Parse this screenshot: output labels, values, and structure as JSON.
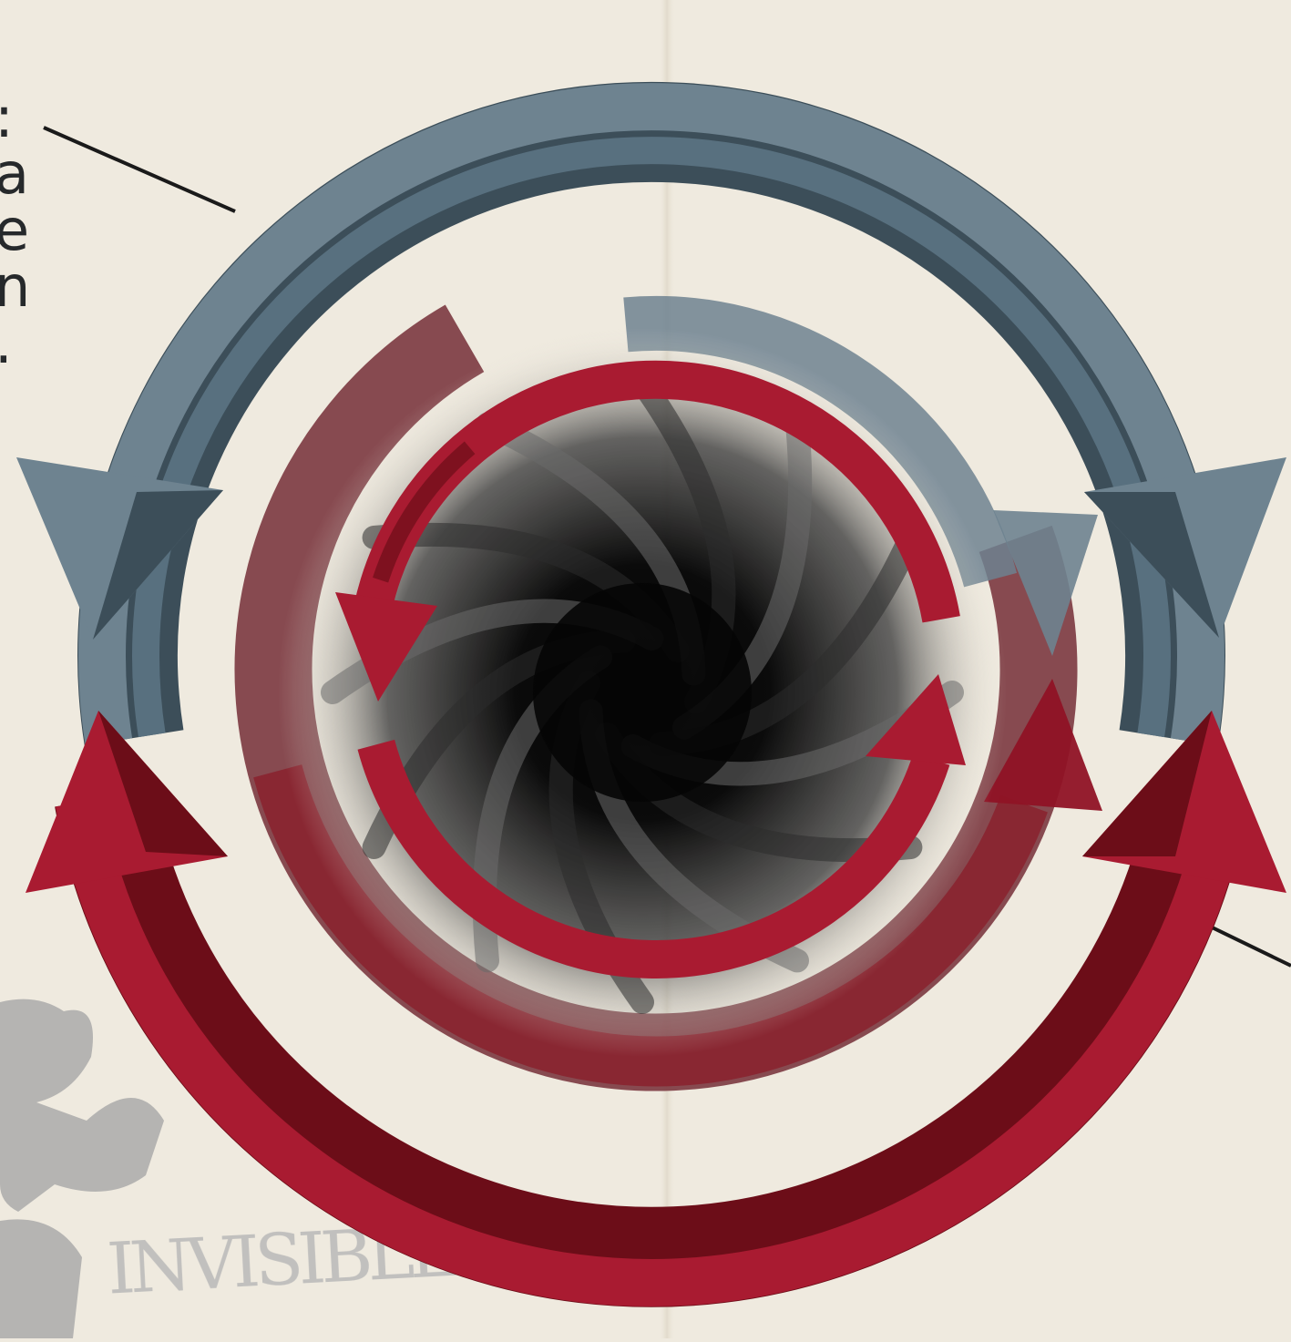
{
  "background_color": "#efeadf",
  "partial_label_text": [
    ":",
    "a",
    "e",
    "n",
    "."
  ],
  "stamp_text": "INVISIBLE",
  "colors": {
    "gray_arrow_light": "#6e8390",
    "gray_arrow_mid": "#58707f",
    "gray_arrow_dark": "#3c4e59",
    "red_arrow_light": "#a91b31",
    "red_arrow_dark": "#6c0d18",
    "vortex_core": "#050505",
    "leader_line": "#1a1a1a",
    "stamp_gray": "#aaaaaa"
  },
  "icons": {
    "top_arrow": "double-headed-arc-arrow-gray",
    "bottom_arrow": "double-headed-arc-arrow-red",
    "inner_cycle": "circular-cycle-arrows-red",
    "center": "spiral-vortex"
  }
}
